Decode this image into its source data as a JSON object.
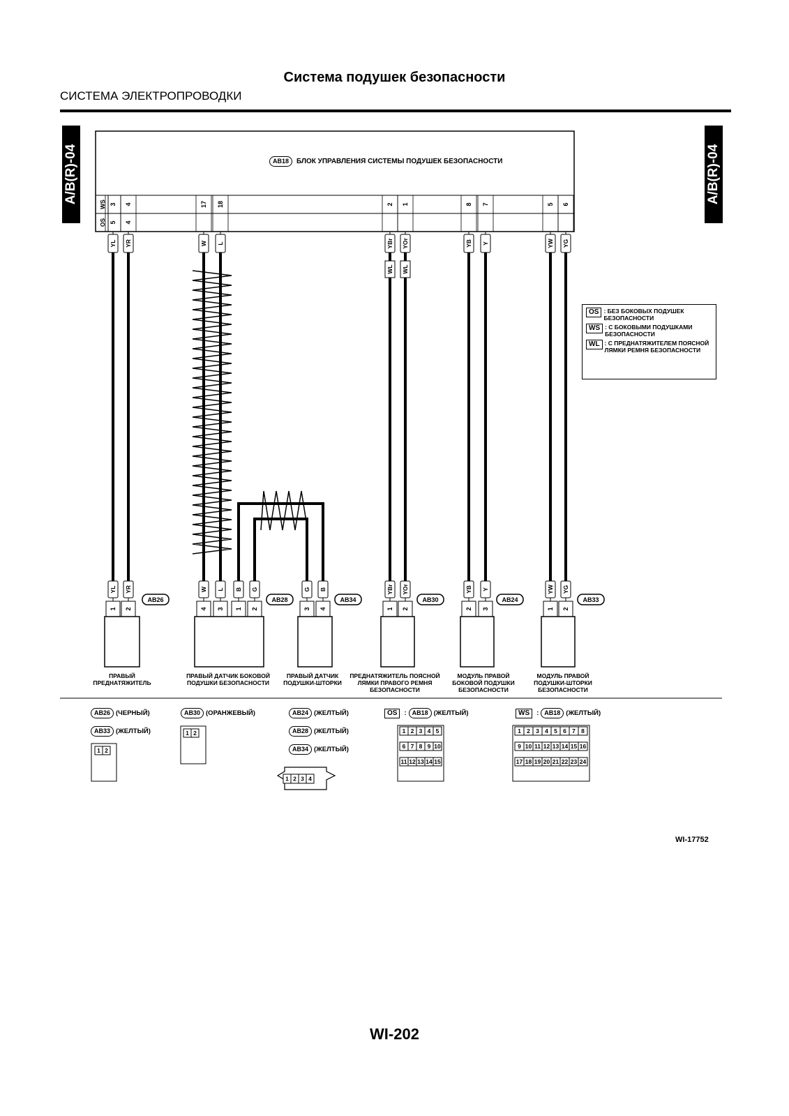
{
  "page": {
    "title": "Система подушек безопасности",
    "section": "СИСТЕМА ЭЛЕКТРОПРОВОДКИ",
    "side_tab_left": "A/B(R)-04",
    "side_tab_right": "A/B(R)-04",
    "figure_code": "WI-17752",
    "page_number": "WI-202"
  },
  "control_unit": {
    "connector": "AB18",
    "label": "БЛОК УПРАВЛЕНИЯ СИСТЕМЫ ПОДУШЕК БЕЗОПАСНОСТИ",
    "row_labels": [
      "WS",
      "OS"
    ],
    "pins": [
      {
        "ws": "3",
        "os": "5",
        "wire": "YL"
      },
      {
        "ws": "4",
        "os": "4",
        "wire": "YR"
      },
      {
        "ws": "17",
        "os": "",
        "wire": "W"
      },
      {
        "ws": "18",
        "os": "",
        "wire": "L"
      },
      {
        "ws": "2",
        "os": "",
        "wire": "YBr",
        "tag": "WL"
      },
      {
        "ws": "1",
        "os": "",
        "wire": "YOr",
        "tag": "WL"
      },
      {
        "ws": "8",
        "os": "",
        "wire": "YB"
      },
      {
        "ws": "7",
        "os": "",
        "wire": "Y"
      },
      {
        "ws": "5",
        "os": "",
        "wire": "YW"
      },
      {
        "ws": "6",
        "os": "",
        "wire": "YG"
      }
    ]
  },
  "legend": [
    {
      "key": "OS",
      "text": ": БЕЗ БОКОВЫХ ПОДУШЕК БЕЗОПАСНОСТИ"
    },
    {
      "key": "WS",
      "text": ": С БОКОВЫМИ ПОДУШКАМИ БЕЗОПАСНОСТИ"
    },
    {
      "key": "WL",
      "text": ": С ПРЕДНАТЯЖИТЕЛЕМ ПОЯСНОЙ ЛЯМКИ РЕМНЯ БЕЗОПАСНОСТИ"
    }
  ],
  "components": [
    {
      "connector": "AB26",
      "pins": [
        {
          "n": "1",
          "wire": "YL"
        },
        {
          "n": "2",
          "wire": "YR"
        }
      ],
      "label": "ПРАВЫЙ ПРЕДНАТЯЖИТЕЛЬ"
    },
    {
      "connector": "AB28",
      "pins": [
        {
          "n": "4",
          "wire": "W"
        },
        {
          "n": "3",
          "wire": "L"
        },
        {
          "n": "1",
          "wire": "B"
        },
        {
          "n": "2",
          "wire": "G"
        }
      ],
      "label": "ПРАВЫЙ ДАТЧИК БОКОВОЙ ПОДУШКИ БЕЗОПАСНОСТИ"
    },
    {
      "connector": "AB34",
      "pins": [
        {
          "n": "3",
          "wire": "G"
        },
        {
          "n": "4",
          "wire": "B"
        }
      ],
      "label": "ПРАВЫЙ ДАТЧИК ПОДУШКИ-ШТОРКИ"
    },
    {
      "connector": "AB30",
      "pins": [
        {
          "n": "1",
          "wire": "YBr"
        },
        {
          "n": "2",
          "wire": "YOr"
        }
      ],
      "label": "ПРЕДНАТЯЖИТЕЛЬ ПОЯСНОЙ ЛЯМКИ ПРАВОГО РЕМНЯ БЕЗОПАСНОСТИ"
    },
    {
      "connector": "AB24",
      "pins": [
        {
          "n": "2",
          "wire": "YB"
        },
        {
          "n": "3",
          "wire": "Y"
        }
      ],
      "label": "МОДУЛЬ ПРАВОЙ БОКОВОЙ ПОДУШКИ БЕЗОПАСНОСТИ"
    },
    {
      "connector": "AB33",
      "pins": [
        {
          "n": "1",
          "wire": "YW"
        },
        {
          "n": "2",
          "wire": "YG"
        }
      ],
      "label": "МОДУЛЬ ПРАВОЙ ПОДУШКИ-ШТОРКИ БЕЗОПАСНОСТИ"
    }
  ],
  "connector_notes": [
    {
      "id": "AB26",
      "color": "(ЧЕРНЫЙ)"
    },
    {
      "id": "AB33",
      "color": "(ЖЕЛТЫЙ)"
    },
    {
      "id": "AB30",
      "color": "(ОРАНЖЕВЫЙ)"
    },
    {
      "id": "AB24",
      "color": "(ЖЕЛТЫЙ)"
    },
    {
      "id": "AB28",
      "color": "(ЖЕЛТЫЙ)"
    },
    {
      "id": "AB34",
      "color": "(ЖЕЛТЫЙ)"
    },
    {
      "id": "AB18",
      "prefix": "OS",
      "color": "(ЖЕЛТЫЙ)"
    },
    {
      "id": "AB18",
      "prefix": "WS",
      "color": "(ЖЕЛТЫЙ)"
    }
  ],
  "connector_faces": {
    "two_pin": [
      "1",
      "2"
    ],
    "four_pin": [
      "1",
      "2",
      "3",
      "4"
    ],
    "os_grid": [
      [
        "1",
        "2",
        "3",
        "4",
        "5"
      ],
      [
        "6",
        "7",
        "8",
        "9",
        "10"
      ],
      [
        "11",
        "12",
        "13",
        "14",
        "15"
      ]
    ],
    "ws_grid": [
      [
        "1",
        "2",
        "3",
        "4",
        "5",
        "6",
        "7",
        "8"
      ],
      [
        "9",
        "10",
        "11",
        "12",
        "13",
        "14",
        "15",
        "16"
      ],
      [
        "17",
        "18",
        "19",
        "20",
        "21",
        "22",
        "23",
        "24"
      ]
    ]
  }
}
